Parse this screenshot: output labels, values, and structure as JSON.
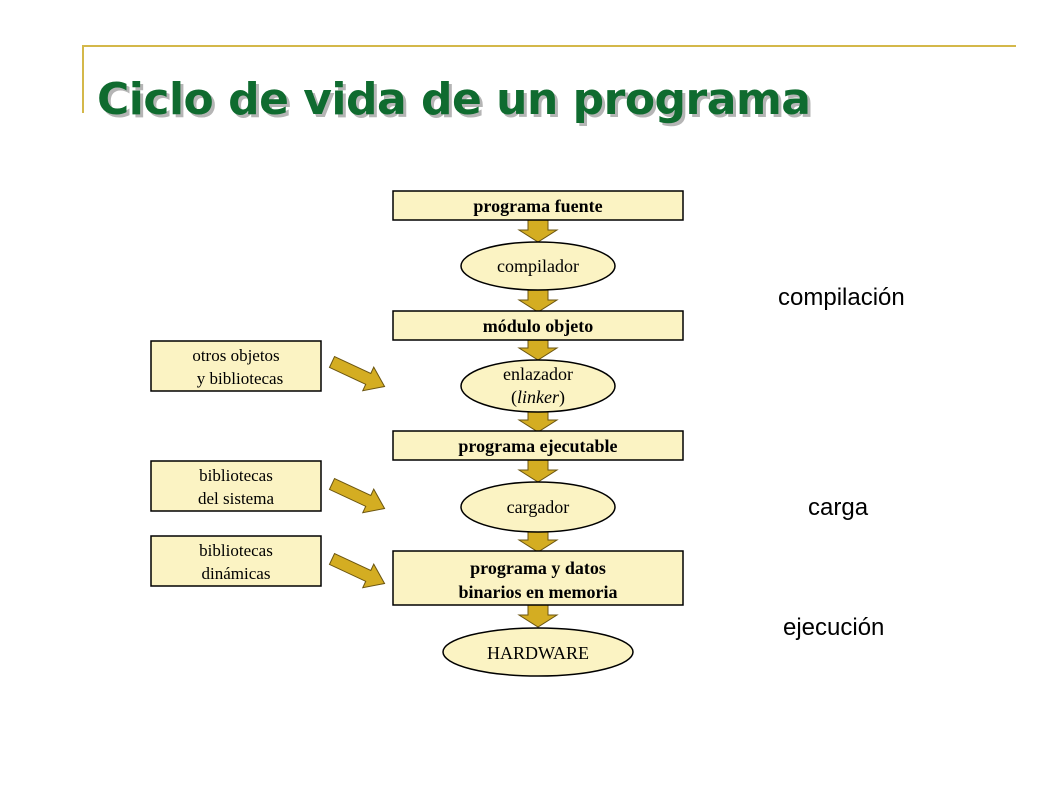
{
  "title": "Ciclo de vida de un programa",
  "colors": {
    "title": "#0f6b2f",
    "accent_rule": "#d4b84a",
    "node_fill": "#fbf3c3",
    "arrow_fill": "#d4ad22"
  },
  "diagram": {
    "main": {
      "programa_fuente": "programa fuente",
      "compilador": "compilador",
      "modulo_objeto": "módulo objeto",
      "enlazador_line1": "enlazador",
      "enlazador_line2_open": "(",
      "enlazador_line2_italic": "linker",
      "enlazador_line2_close": ")",
      "programa_ejecutable": "programa ejecutable",
      "cargador": "cargador",
      "programa_datos_line1": "programa y datos",
      "programa_datos_line2": "binarios en memoria",
      "hardware": "HARDWARE"
    },
    "inputs": {
      "otros_line1": "otros objetos",
      "otros_line2": "y bibliotecas",
      "sistema_line1": "bibliotecas",
      "sistema_line2": "del sistema",
      "dinamicas_line1": "bibliotecas",
      "dinamicas_line2": "dinámicas"
    }
  },
  "stages": {
    "compilacion": "compilación",
    "carga": "carga",
    "ejecucion": "ejecución"
  }
}
